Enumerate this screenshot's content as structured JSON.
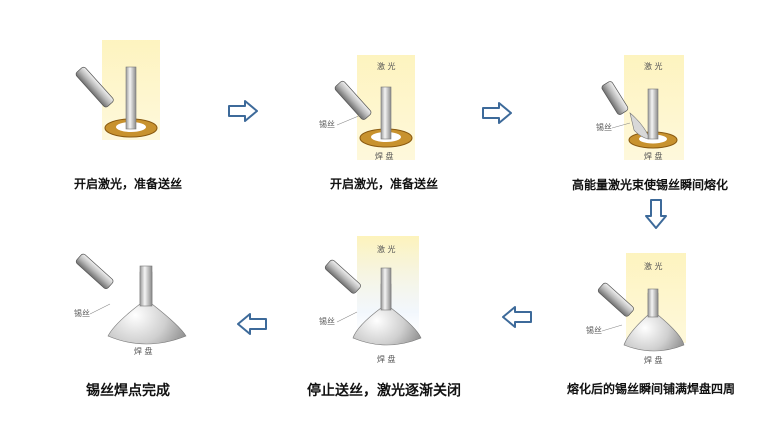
{
  "labels": {
    "laser": "激 光",
    "wire": "锡丝",
    "pad": "焊 盘"
  },
  "steps": [
    {
      "caption": "开启激光，准备送丝"
    },
    {
      "caption": "开启激光，准备送丝"
    },
    {
      "caption": "高能量激光束使锡丝瞬间熔化"
    },
    {
      "caption": "熔化后的锡丝瞬间铺满焊盘四周"
    },
    {
      "caption": "停止送丝，激光逐渐关闭"
    },
    {
      "caption": "锡丝焊点完成"
    }
  ],
  "colors": {
    "laser_beam": "#fdf2b8",
    "copper_ring": "#c8922e",
    "arrow_stroke": "#3d6a9a",
    "arrow_fill": "#ffffff"
  }
}
